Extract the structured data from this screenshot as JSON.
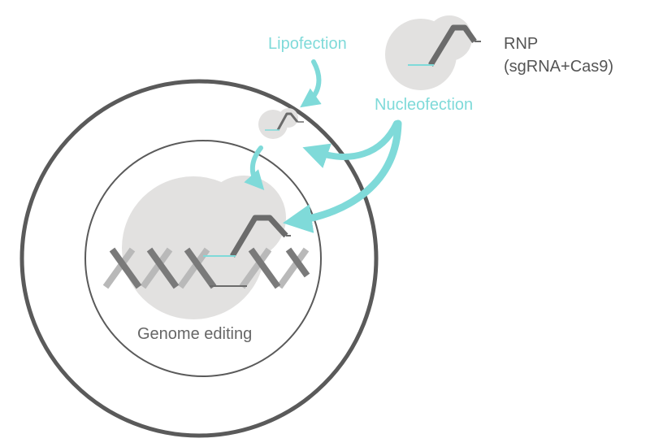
{
  "labels": {
    "lipofection": "Lipofection",
    "nucleofection": "Nucleofection",
    "rnp_title": "RNP",
    "rnp_subtitle": "(sgRNA+Cas9)",
    "genome_editing": "Genome editing"
  },
  "colors": {
    "teal": "#7fdad9",
    "cell_outline": "#5a5a5a",
    "nucleus_outline": "#5a5a5a",
    "blob": "#e2e1e0",
    "dna_strand_dark": "#7a7a7a",
    "dna_strand_light": "#b8b8b8",
    "cas9_glyph": "#6b6b6b"
  },
  "icons": {
    "rnp": "rnp-complex-icon",
    "dna": "dna-helix-icon",
    "arrow": "curved-arrow-icon"
  }
}
